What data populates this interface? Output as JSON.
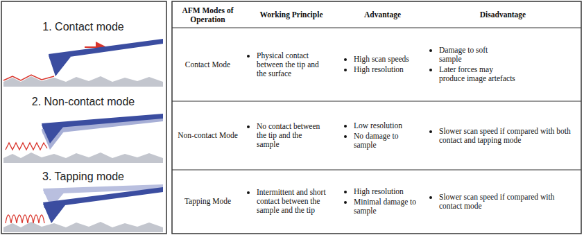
{
  "diagram": {
    "labels": [
      "1. Contact mode",
      "2. Non-contact mode",
      "3. Tapping mode",
      "AFM Modes of Operation",
      "Working Principle",
      "Advantage",
      "Disadvantage",
      "Contact Mode",
      "Physical contact between the tip and the surface",
      "High scan speeds",
      "High resolution",
      "Damage to soft sample",
      "Later forces may produce image artefacts",
      "Non-contact Mode",
      "No contact between the tip and the sample",
      "Low resolution",
      "No damage to sample",
      "Slower scan speed if compared with both contact and tapping mode",
      "Tapping Mode",
      "Intermittent and short contact between the sample and the tip",
      "High resolution",
      "Minimal damage to sample",
      "Slower scan speed if compared with contact mode"
    ]
  }
}
